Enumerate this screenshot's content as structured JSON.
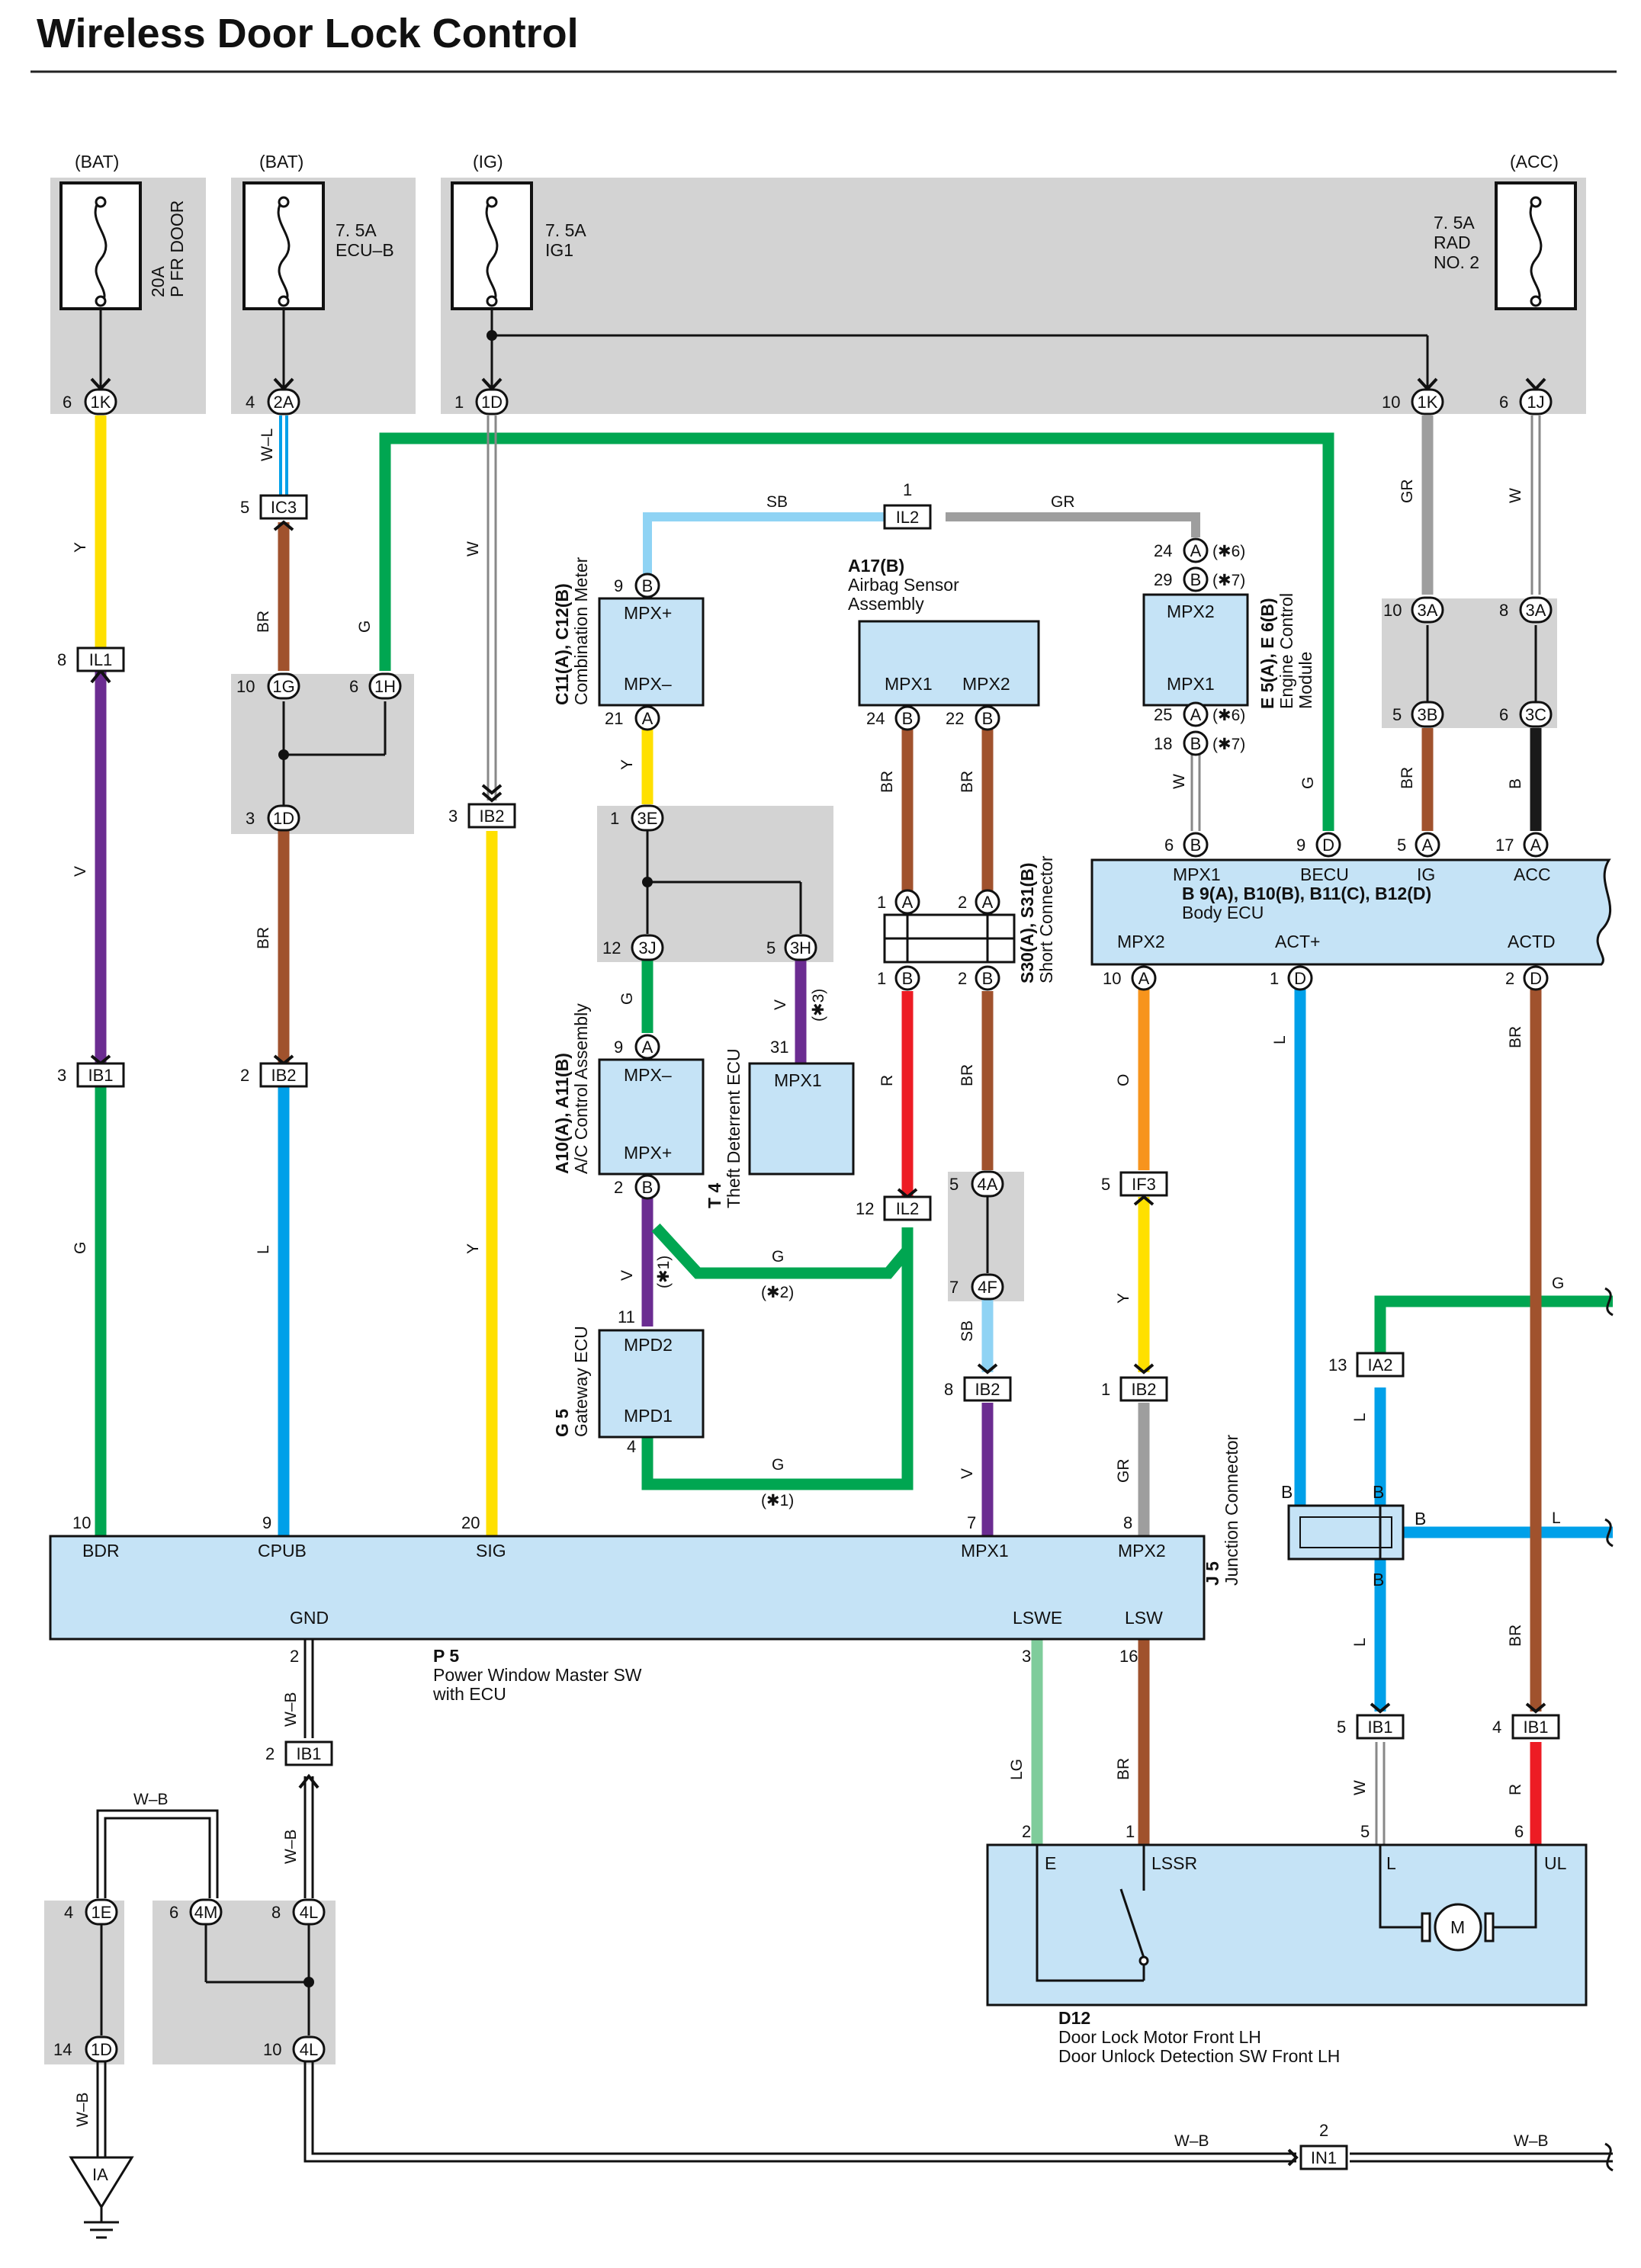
{
  "title": "Wireless Door Lock Control",
  "sources": {
    "bat1": "(BAT)",
    "bat2": "(BAT)",
    "ig": "(IG)",
    "acc": "(ACC)"
  },
  "fuses": {
    "f1": {
      "amp": "20A",
      "name": "P FR DOOR"
    },
    "f2": {
      "amp": "7. 5A",
      "name": "ECU–B"
    },
    "f3": {
      "amp": "7. 5A",
      "name": "IG1"
    },
    "f4": {
      "amp": "7. 5A",
      "name1": "RAD",
      "name2": "NO. 2"
    }
  },
  "connectors": {
    "c1K": "1K",
    "c2A": "2A",
    "c1D": "1D",
    "c1Kb": "1K",
    "c1J": "1J",
    "c1G": "1G",
    "c1H": "1H",
    "c1Db": "1D",
    "c3A1": "3A",
    "c3A2": "3A",
    "c3B": "3B",
    "c3C": "3C",
    "c3E": "3E",
    "c3J": "3J",
    "c3H": "3H",
    "c4A": "4A",
    "c4F": "4F",
    "c1E": "1E",
    "c4M": "4M",
    "c4L": "4L",
    "c1Dc": "1D",
    "c4Lb": "4L"
  },
  "pins": {
    "p6": "6",
    "p4": "4",
    "p1": "1",
    "p10": "10",
    "p6b": "6",
    "p10b": "10",
    "p6c": "6",
    "p3": "3",
    "p10c": "10",
    "p8": "8",
    "p5": "5",
    "p6d": "6",
    "p12": "12",
    "p5b": "5",
    "p1b": "1",
    "pIL1": "8",
    "pIB1a": "3",
    "pIB2a": "2",
    "pIC3": "5",
    "pIB2b": "3",
    "pIL2a": "1",
    "pIL2b": "12",
    "pIF3": "5",
    "pIB2c": "8",
    "pIB2d": "1",
    "pIA2": "13",
    "pIB1b": "5",
    "pIB1c": "4",
    "pIB1d": "2",
    "pIN1": "2",
    "pE14": "14",
    "p4a": "4",
    "p6e": "6",
    "p8b": "8",
    "p10d": "10",
    "p4b": "5",
    "p7": "7",
    "c11_9": "9",
    "c11_21": "21",
    "a17_24": "24",
    "a17_22": "22",
    "e5_24": "24",
    "e5_29": "29",
    "e5_25": "25",
    "e5_18": "18",
    "s30_1a": "1",
    "s30_2a": "2",
    "s30_1b": "1",
    "s30_2b": "2",
    "a10_9": "9",
    "a10_2": "2",
    "t4_31": "31",
    "g5_11": "11",
    "g5_4": "4",
    "b_6": "6",
    "b_9": "9",
    "b_5": "5",
    "b_17": "17",
    "b_10": "10",
    "b_1": "1",
    "b_2": "2",
    "p5_10": "10",
    "p5_9": "9",
    "p5_20": "20",
    "p5_7": "7",
    "p5_8": "8",
    "p5_2": "2",
    "p5_3": "3",
    "p5_16": "16",
    "d12_2": "2",
    "d12_1": "1",
    "d12_5": "5",
    "d12_6": "6"
  },
  "pin_letters": {
    "B": "B",
    "A": "A",
    "D": "D"
  },
  "junctions": {
    "IL1": "IL1",
    "IB1a": "IB1",
    "IB2a": "IB2",
    "IC3": "IC3",
    "IB2b": "IB2",
    "IL2a": "IL2",
    "IL2b": "IL2",
    "IF3": "IF3",
    "IB2c": "IB2",
    "IB2d": "IB2",
    "IA2": "IA2",
    "IB1b": "IB1",
    "IB1c": "IB1",
    "IB1d": "IB1",
    "IN1": "IN1",
    "IA": "IA"
  },
  "wires": {
    "Y1": "Y",
    "V1": "V",
    "G1": "G",
    "WL": "W–L",
    "BR1": "BR",
    "BR2": "BR",
    "L1": "L",
    "G2": "G",
    "W1": "W",
    "Y2": "Y",
    "SB1": "SB",
    "GR1": "GR",
    "Y3": "Y",
    "G3": "G",
    "V3": "V",
    "V4": "V",
    "G4": "G",
    "G5": "G",
    "BR3": "BR",
    "BR4": "BR",
    "R1": "R",
    "BR5": "BR",
    "SB2": "SB",
    "V5": "V",
    "W2": "W",
    "G6": "G",
    "O1": "O",
    "Y4": "Y",
    "GR2": "GR",
    "GR3": "GR",
    "W3": "W",
    "BR6": "BR",
    "B1": "B",
    "L2": "L",
    "BR7": "BR",
    "G7": "G",
    "L3": "L",
    "L4": "L",
    "BR8": "BR",
    "W4": "W",
    "R2": "R",
    "LG": "LG",
    "BR9": "BR",
    "WB1": "W–B",
    "WB2": "W–B",
    "WB3": "W–B",
    "WB4": "W–B",
    "WB5": "W–B",
    "WB6": "W–B"
  },
  "notes": {
    "n6a": "(✱6)",
    "n7a": "(✱7)",
    "n6b": "(✱6)",
    "n7b": "(✱7)",
    "n3": "(✱3)",
    "n1a": "(✱1)",
    "n2": "(✱2)",
    "n1b": "(✱1)"
  },
  "components": {
    "c11": {
      "code": "C11(A), C12(B)",
      "name": "Combination Meter",
      "t1": "MPX+",
      "t2": "MPX–"
    },
    "a17": {
      "code": "A17(B)",
      "name1": "Airbag Sensor",
      "name2": "Assembly",
      "t1": "MPX1",
      "t2": "MPX2"
    },
    "e5": {
      "code": "E 5(A), E 6(B)",
      "name1": "Engine Control",
      "name2": "Module",
      "t1": "MPX2",
      "t2": "MPX1"
    },
    "s30": {
      "code": "S30(A), S31(B)",
      "name": "Short Connector"
    },
    "a10": {
      "code": "A10(A), A11(B)",
      "name": "A/C Control Assembly",
      "t1": "MPX–",
      "t2": "MPX+"
    },
    "t4": {
      "code": "T 4",
      "name": "Theft Deterrent ECU",
      "t1": "MPX1"
    },
    "g5": {
      "code": "G 5",
      "name": "Gateway ECU",
      "t1": "MPD2",
      "t2": "MPD1"
    },
    "body": {
      "code": "B 9(A), B10(B), B11(C), B12(D)",
      "name": "Body ECU",
      "t_mpx1": "MPX1",
      "t_becu": "BECU",
      "t_ig": "IG",
      "t_acc": "ACC",
      "t_mpx2": "MPX2",
      "t_act": "ACT+",
      "t_actd": "ACTD"
    },
    "p5": {
      "code": "P 5",
      "name1": "Power Window Master SW",
      "name2": "with ECU",
      "t_bdr": "BDR",
      "t_cpub": "CPUB",
      "t_sig": "SIG",
      "t_mpx1": "MPX1",
      "t_mpx2": "MPX2",
      "t_gnd": "GND",
      "t_lswe": "LSWE",
      "t_lsw": "LSW"
    },
    "j5": {
      "code": "J 5",
      "name": "Junction Connector",
      "b1": "B",
      "b2": "B",
      "b3": "B",
      "b4": "B"
    },
    "d12": {
      "code": "D12",
      "name1": "Door Lock Motor Front LH",
      "name2": "Door Unlock Detection SW  Front LH",
      "t_e": "E",
      "t_lssr": "LSSR",
      "t_l": "L",
      "t_ul": "UL",
      "motor": "M"
    }
  },
  "colors": {
    "Y": "#ffe000",
    "V": "#6b2c91",
    "G": "#00a651",
    "BR": "#a0522d",
    "L": "#00a0e9",
    "W": "#ffffff",
    "SB": "#8fd3f4",
    "GR": "#9e9e9e",
    "R": "#ed1c24",
    "O": "#f7941d",
    "B": "#1a1a1a",
    "LG": "#7fcc9b",
    "panel": "#d3d3d3",
    "ecu": "#c5e3f6"
  }
}
